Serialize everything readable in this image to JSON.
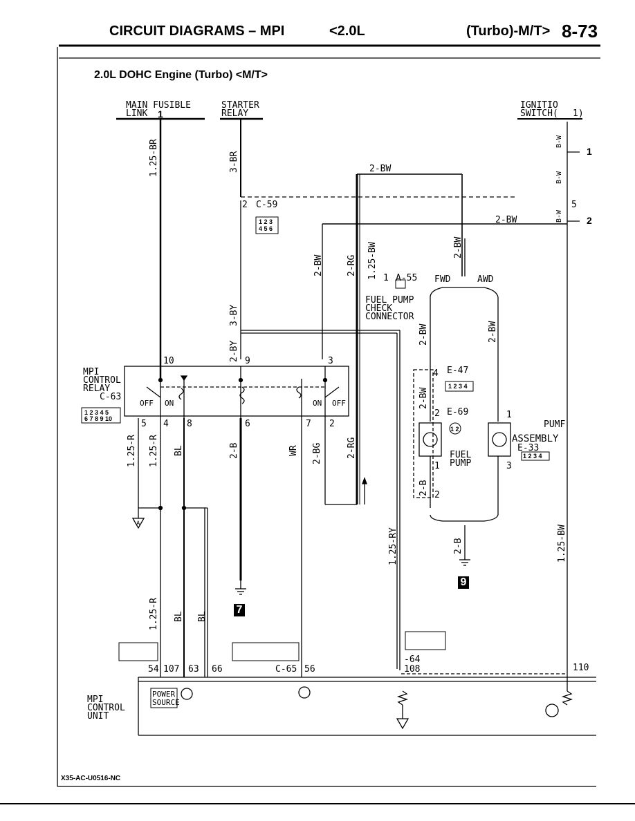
{
  "header": {
    "title": "CIRCUIT DIAGRAMS – MPI",
    "engine": "<2.0L",
    "variant": "(Turbo)-M/T>",
    "page_number": "8-73"
  },
  "subtitle": "2.0L DOHC Engine (Turbo) <M/T>",
  "footer_code": "X35-AC-U0516-NC",
  "components": {
    "main_fusible_link_1": "MAIN FUSIBLE",
    "main_fusible_link_2": "LINK",
    "main_fusible_link_num": "1",
    "starter_relay_1": "STARTER",
    "starter_relay_2": "RELAY",
    "ignition_switch_1": "IGNITIO",
    "ignition_switch_2": "SWITCH(",
    "ignition_switch_3": "1)",
    "c59": "C-59",
    "c59_pin": "2",
    "a55": "A-55",
    "a55_pin": "1",
    "fuel_pump_check_1": "FUEL PUMP",
    "fuel_pump_check_2": "CHECK",
    "fuel_pump_check_3": "CONNECTOR",
    "fwd": "FWD",
    "awd": "AWD",
    "mpi_relay_1": "MPI",
    "mpi_relay_2": "CONTROL",
    "mpi_relay_3": "RELAY",
    "mpi_relay_4": "C-63",
    "off_left": "OFF",
    "on_left": "ON",
    "on_right": "ON",
    "off_right": "OFF",
    "e47": "E-47",
    "e47_pin": "4",
    "e69": "E-69",
    "e69_pin": "2",
    "fuel_pump_1": "FUEL",
    "fuel_pump_2": "PUMP",
    "fuel_pump_pin": "1",
    "pump_assembly_1": "PUMF",
    "pump_assembly_2": "ASSEMBLY",
    "e33": "E-33",
    "e33_pin_top": "1",
    "e33_pin_bot": "3",
    "pin_2_lower": "2",
    "mpi_cu_1": "MPI",
    "mpi_cu_2": "CONTROL",
    "mpi_cu_3": "UNIT",
    "power_source_1": "POWER",
    "power_source_2": "SOURCE",
    "c65": "C-65",
    "c64": "-64",
    "pin_54": "54",
    "pin_107": "107",
    "pin_63": "63",
    "pin_66": "66",
    "pin_56": "56",
    "pin_108": "108",
    "pin_110": "110",
    "pin_10": "10",
    "pin_9": "9",
    "pin_3": "3",
    "pin_5": "5",
    "pin_4": "4",
    "pin_8": "8",
    "pin_6": "6",
    "pin_7": "7",
    "pin_2": "2",
    "pin_5_right": "5",
    "ground_A": "A",
    "marker_7": "7",
    "marker_9": "9",
    "ref_1": "1",
    "ref_2": "2",
    "conn_c59_row1": "1 2 3",
    "conn_c59_row2": "4 5 6",
    "conn_c63_row1": "1 2 3 4 5",
    "conn_c63_row2": "6 7 8 9 10",
    "conn_e47": "1 2 3 4",
    "conn_e69": "1 2",
    "conn_e33": "1 2 3 4"
  },
  "wires": {
    "w_125br": "1.25-BR",
    "w_3br": "3-BR",
    "w_2bw_top": "2-BW",
    "w_2bw_mid": "2-BW",
    "w_2bw_vert1": "2-BW",
    "w_2bw_vert2": "2-BW",
    "w_2bw_vert3": "2-BW",
    "w_2bw_vert4": "2-BW",
    "w_2rg": "2-RG",
    "w_125bw": "1.25-BW",
    "w_3by": "3-BY",
    "w_2by": "2-BY",
    "w_125r_a": "1.25-R",
    "w_125r_b": "1.25-R",
    "w_125r_c": "1.25-R",
    "w_bl_a": "BL",
    "w_bl_b": "BL",
    "w_bl_c": "BL",
    "w_2b": "2-B",
    "w_wr": "WR",
    "w_2bg": "2-BG",
    "w_2rg_b": "2-RG",
    "w_125ry": "1.25-RY",
    "w_2b_right": "2-B",
    "w_2b_lower": "2-B",
    "w_125bw_right": "1.25-BW",
    "w_2bw_e47": "2-BW",
    "w_b_ig1": "B-W",
    "w_b_ig2": "B-W",
    "w_b_ig3": "B-W"
  }
}
